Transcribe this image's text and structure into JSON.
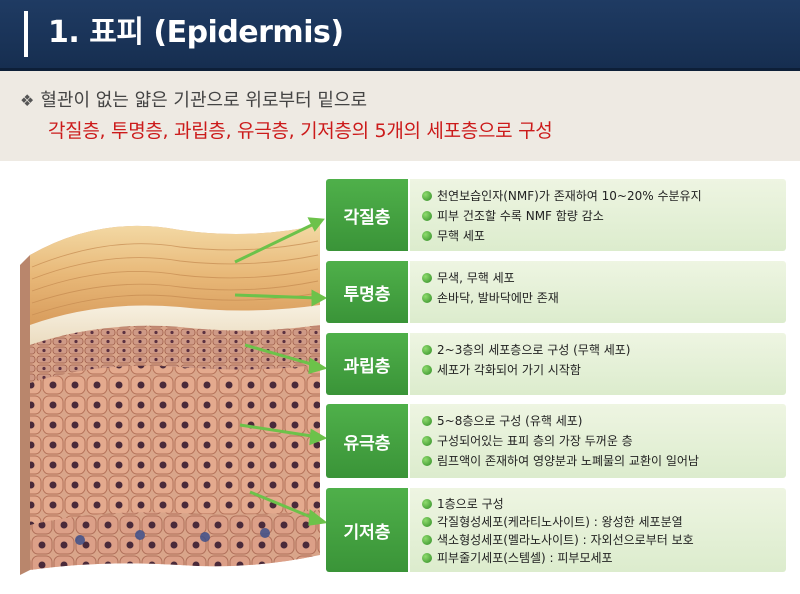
{
  "title": "1. 표피 (Epidermis)",
  "intro": {
    "bullet": "❖",
    "line1": "혈관이 없는 얇은 기관으로 위로부터 밑으로",
    "line2": "각질층, 투명층, 과립층, 유극층, 기저층의 5개의 세포층으로 구성"
  },
  "colors": {
    "title_bar": "#1f3b63",
    "intro_bg": "#eeeae3",
    "highlight_text": "#cc1b1b",
    "label_green": "#4fb04a",
    "desc_bg": "#e4f0d6"
  },
  "layers": [
    {
      "name": "각질층",
      "items": [
        "천연보습인자(NMF)가 존재하여 10~20% 수분유지",
        "피부 건조할 수록 NMF 함량 감소",
        "무핵 세포"
      ]
    },
    {
      "name": "투명층",
      "items": [
        "무색, 무핵 세포",
        "손바닥, 발바닥에만 존재"
      ]
    },
    {
      "name": "과립층",
      "items": [
        "2~3층의 세포층으로 구성 (무핵 세포)",
        "세포가 각화되어 가기 시작함"
      ]
    },
    {
      "name": "유극층",
      "items": [
        "5~8층으로 구성 (유핵 세포)",
        "구성되어있는 표피 층의 가장 두꺼운 층",
        "림프액이 존재하여 영양분과 노폐물의 교환이 일어남"
      ]
    },
    {
      "name": "기저층",
      "items": [
        "1층으로 구성",
        "각질형성세포(케라티노사이트) : 왕성한 세포분열",
        "색소형성세포(멜라노사이트) : 자외선으로부터 보호",
        "피부줄기세포(스템셀) : 피부모세포"
      ]
    }
  ]
}
